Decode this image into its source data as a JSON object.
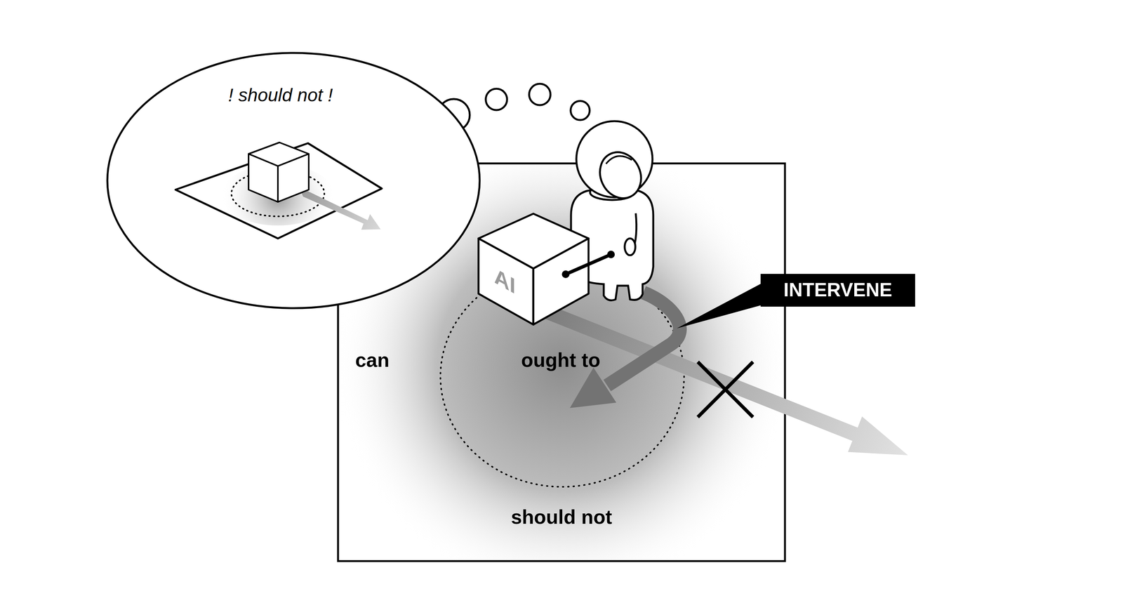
{
  "diagram": {
    "nodes": [
      {
        "text": [
          "! should not !"
        ]
      },
      {
        "text": [
          "can",
          "should not"
        ]
      },
      {
        "text": [
          "ought to"
        ],
        "in": 1
      },
      {
        "text": [
          "AI"
        ],
        "in": 1
      },
      {
        "text": [
          "INTERVENE"
        ]
      }
    ]
  }
}
